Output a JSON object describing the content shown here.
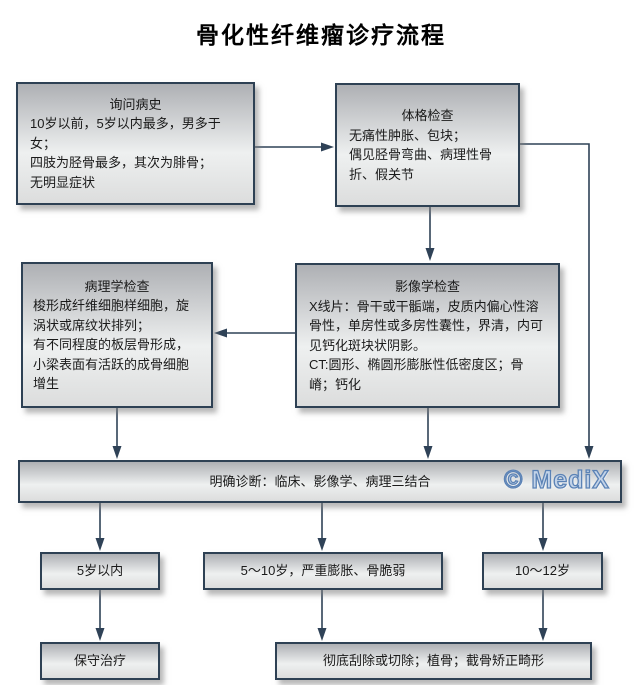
{
  "title": "骨化性纤维瘤诊疗流程",
  "watermark": "© MediX",
  "colors": {
    "line": "#2f4257",
    "box_border": "#2e4154",
    "box_fill_top": "#aeb0b4",
    "box_fill_bottom": "#dcdddd",
    "watermark_fill": "#c3d3e8",
    "watermark_stroke": "#5b82b5"
  },
  "nodes": {
    "history": {
      "title": "询问病史",
      "body": "10岁以前，5岁以内最多，男多于女；\n四肢为胫骨最多，其次为腓骨；\n无明显症状"
    },
    "physical": {
      "title": "体格检查",
      "body": "无痛性肿胀、包块；\n偶见胫骨弯曲、病理性骨折、假关节"
    },
    "pathology": {
      "title": "病理学检查",
      "body": "梭形成纤维细胞样细胞，旋涡状或席纹状排列；\n有不同程度的板层骨形成，小梁表面有活跃的成骨细胞增生"
    },
    "imaging": {
      "title": "影像学检查",
      "body": "X线片：骨干或干骺端，皮质内偏心性溶骨性，单房性或多房性囊性，界清，内可见钙化斑块状阴影。\nCT:圆形、椭圆形膨胀性低密度区；骨嵴；钙化"
    },
    "diagnosis": {
      "label": "明确诊断：临床、影像学、病理三结合"
    },
    "age_under5": {
      "label": "5岁以内"
    },
    "age_5to10": {
      "label": "5～10岁，严重膨胀、骨脆弱"
    },
    "age_10to12": {
      "label": "10～12岁"
    },
    "conservative": {
      "label": "保守治疗"
    },
    "surgery": {
      "label": "彻底刮除或切除；植骨；截骨矫正畸形"
    }
  }
}
